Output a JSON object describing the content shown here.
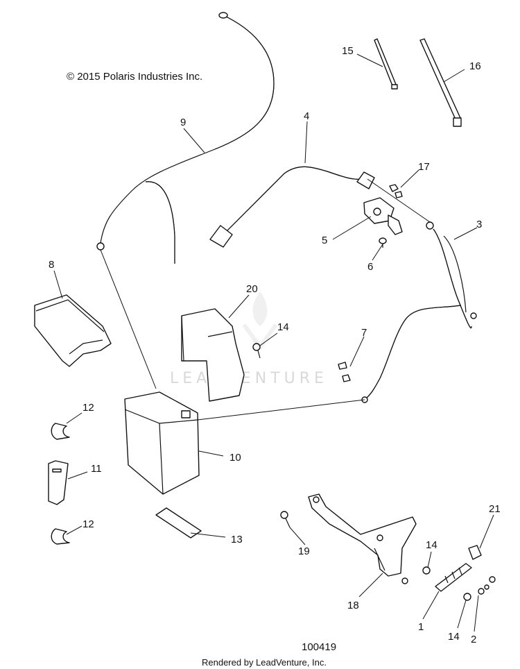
{
  "copyright": "© 2015 Polaris Industries Inc.",
  "watermark": "LEADVENTURE",
  "diagram_number": "100419",
  "footer": "Rendered by LeadVenture, Inc.",
  "callouts": {
    "c1": "1",
    "c2": "2",
    "c3": "3",
    "c4": "4",
    "c5": "5",
    "c6": "6",
    "c7": "7",
    "c8": "8",
    "c9": "9",
    "c10": "10",
    "c11": "11",
    "c12a": "12",
    "c12b": "12",
    "c13": "13",
    "c14a": "14",
    "c14b": "14",
    "c14c": "14",
    "c15": "15",
    "c16": "16",
    "c17": "17",
    "c18": "18",
    "c19": "19",
    "c20": "20",
    "c21": "21"
  }
}
